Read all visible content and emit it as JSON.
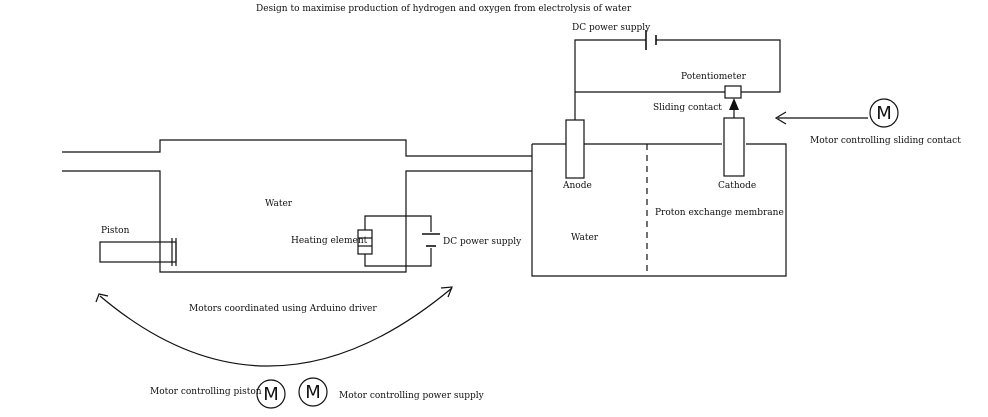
{
  "diagram": {
    "title": "Design to maximise production of hydrogen and oxygen from electrolysis of water",
    "labels": {
      "dc_power_supply_top": "DC power supply",
      "potentiometer": "Potentiometer",
      "sliding_contact": "Sliding contact",
      "motor_sliding_contact": "Motor controlling sliding contact",
      "anode": "Anode",
      "cathode": "Cathode",
      "proton_exchange_membrane": "Proton exchange membrane",
      "water_left": "Water",
      "water_right": "Water",
      "piston": "Piston",
      "heating_element": "Heating element",
      "dc_power_supply_left": "DC power supply",
      "motors_coordinated": "Motors coordinated using Arduino driver",
      "motor_piston": "Motor controlling piston",
      "motor_power_supply": "Motor controlling power supply"
    },
    "motor_symbol": "M",
    "icons": [
      "motor-icon",
      "motor-icon",
      "motor-icon",
      "arrow-icon",
      "arrow-icon"
    ]
  }
}
